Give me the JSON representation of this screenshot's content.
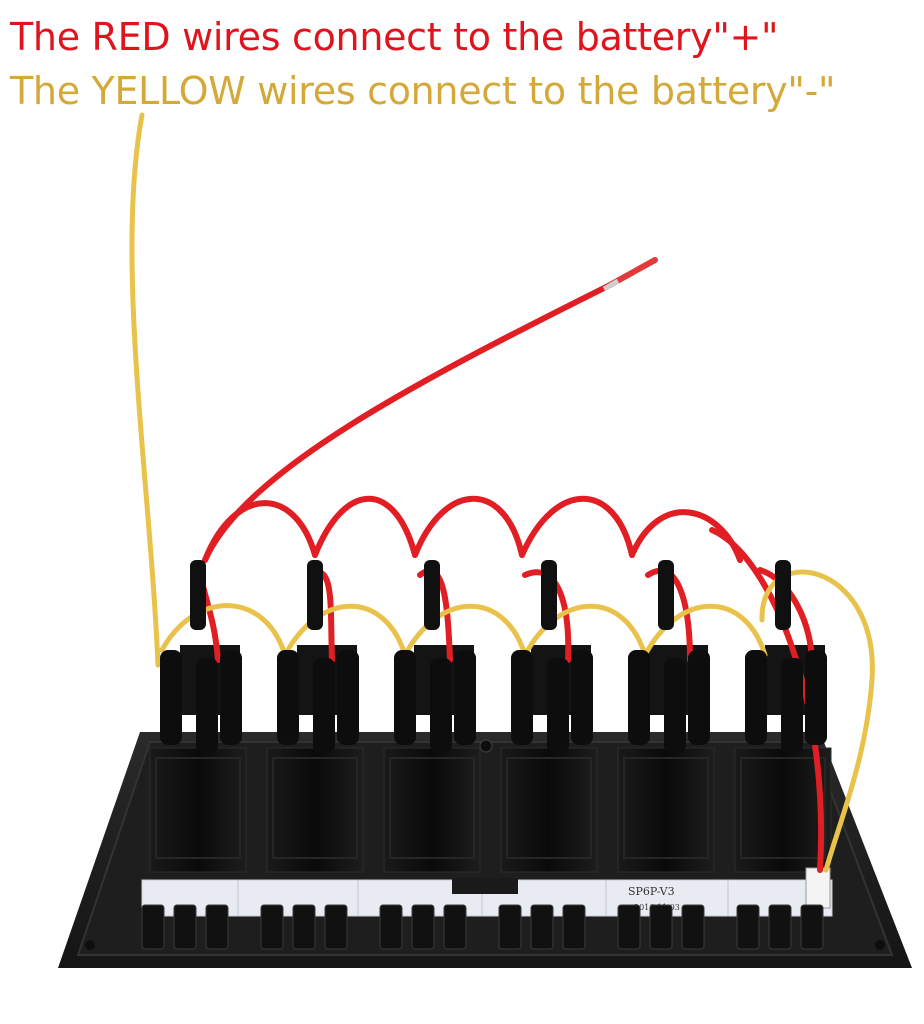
{
  "captions": {
    "red_line": "The RED wires connect to the battery\"+\"",
    "yellow_line": "The YELLOW wires connect to the battery\"-\""
  },
  "board_label": {
    "model": "SP6P-V3",
    "date": "2016.11.03"
  },
  "switch_count": 6,
  "colors": {
    "red_wire": "#e01e24",
    "yellow_wire": "#e8c24a",
    "red_caption": "#e0141c",
    "yellow_caption": "#d4a93a",
    "panel": "#1c1c1c",
    "switch_body": "#0c0c0c",
    "pcb": "#e8ecf2"
  }
}
